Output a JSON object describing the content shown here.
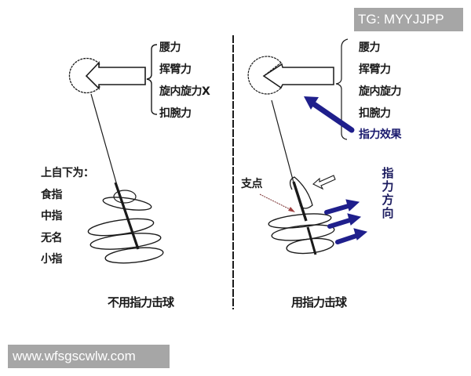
{
  "watermarks": {
    "top_right": "TG: MYYJJPP",
    "bottom_left": "www.wfsgscwlw.com"
  },
  "colors": {
    "line": "#1a1a1a",
    "force_arrow_blue": "#1f1f8c",
    "watermark_bg": "#a6a6a6",
    "fulcrum_marker": "#a04040"
  },
  "left_panel": {
    "force_labels": [
      "腰力",
      "挥臂力",
      "旋内旋力X",
      "扣腕力"
    ],
    "finger_header": "上自下为：",
    "fingers": [
      "食指",
      "中指",
      "无名",
      "小指"
    ],
    "caption": "不用指力击球"
  },
  "right_panel": {
    "force_labels": [
      "腰力",
      "挥臂力",
      "旋内旋力",
      "扣腕力"
    ],
    "finger_effect_label": "指力效果",
    "fulcrum_label": "支点",
    "finger_direction_label": "指力方向",
    "caption": "用指力击球"
  },
  "icons": {
    "ball_arrow_left": "pacman-ball-with-arrow",
    "brace": "curly-brace",
    "finger_force_arrows": "blue-arrows-right",
    "feedback_arrow": "outline-arrow-left"
  }
}
